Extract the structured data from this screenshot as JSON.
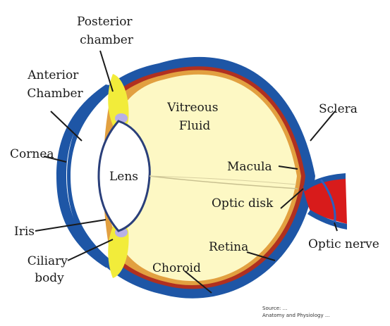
{
  "labels": {
    "posterior_chamber": [
      "Posterior",
      "chamber"
    ],
    "anterior_chamber": [
      "Anterior",
      "Chamber"
    ],
    "cornea": "Cornea",
    "iris": "Iris",
    "ciliary_body": [
      "Ciliary",
      "body"
    ],
    "lens": "Lens",
    "vitreous_fluid": [
      "Vitreous",
      "Fluid"
    ],
    "sclera": "Sclera",
    "macula": "Macula",
    "optic_disk": "Optic disk",
    "retina": "Retina",
    "choroid": "Choroid",
    "optic_nerve": "Optic nerve"
  },
  "credit": [
    "Source: ...",
    "Anatomy and Physiology ..."
  ],
  "colors": {
    "sclera": "#1e56a6",
    "choroid": "#b03020",
    "vitreous": "#fdf8c4",
    "ciliary": "#f2ec3a",
    "lens_outline": "#2a3f7a",
    "optic_nerve": "#d81b1b"
  }
}
